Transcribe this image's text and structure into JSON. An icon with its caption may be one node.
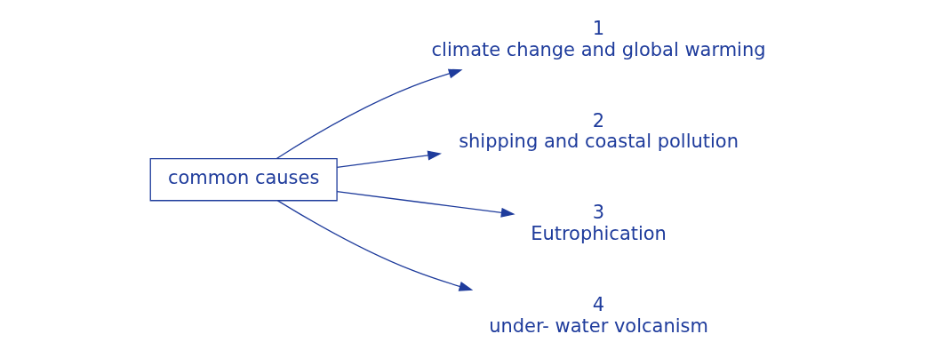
{
  "diagram": {
    "nodes": [
      {
        "text": [
          "common causes"
        ]
      },
      {
        "text": [
          "1",
          "climate change and global warming"
        ]
      },
      {
        "text": [
          "2",
          "shipping and coastal pollution"
        ]
      },
      {
        "text": [
          "3",
          "Eutrophication"
        ]
      },
      {
        "text": [
          "4",
          "under- water volcanism"
        ]
      }
    ],
    "edges": [
      {
        "from": 0,
        "to": 1,
        "arrow": "to"
      },
      {
        "from": 0,
        "to": 2,
        "arrow": "to"
      },
      {
        "from": 0,
        "to": 3,
        "arrow": "to"
      },
      {
        "from": 0,
        "to": 4,
        "arrow": "to"
      }
    ]
  }
}
